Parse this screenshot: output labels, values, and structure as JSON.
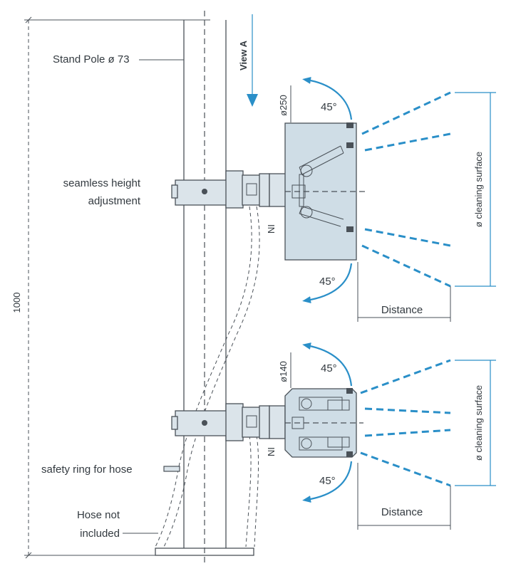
{
  "labels": {
    "stand_pole": "Stand Pole ø 73",
    "height_adjust_1": "seamless height",
    "height_adjust_2": "adjustment",
    "safety_ring": "safety ring for hose",
    "hose_1": "Hose not",
    "hose_2": "included",
    "view_a": "View A",
    "total_height": "1000",
    "inlet_upper": "IN",
    "inlet_lower": "IN"
  },
  "upper_head": {
    "diameter": "ø250",
    "angle_top": "45°",
    "angle_bottom": "45°",
    "cleaning_surface": "ø cleaning surface",
    "distance": "Distance"
  },
  "lower_head": {
    "diameter": "ø140",
    "angle_top": "45°",
    "angle_bottom": "45°",
    "cleaning_surface": "ø cleaning surface",
    "distance": "Distance"
  },
  "colors": {
    "accent": "#2a8fc8",
    "line": "#4a5158",
    "head_fill": "#cfdde6"
  }
}
